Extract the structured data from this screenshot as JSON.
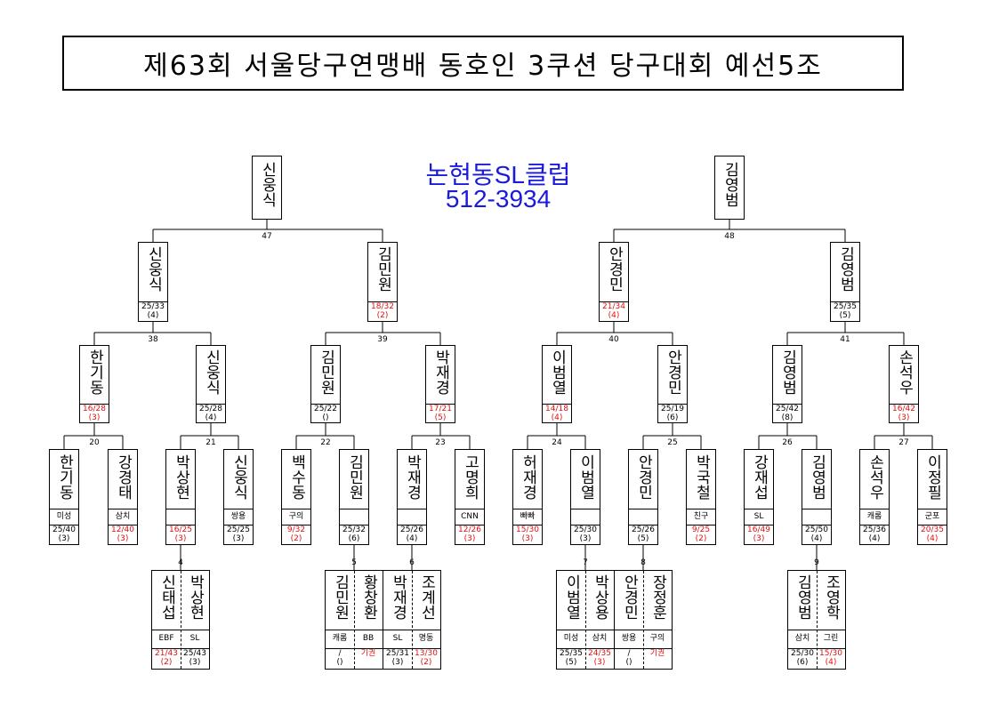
{
  "title": "제63회 서울당구연맹배 동호인 3쿠션 당구대회 예선5조",
  "club": {
    "name": "논현동SL클럽",
    "phone": "512-3934"
  },
  "top_players": [
    {
      "id": "t1",
      "name": "신웅식"
    },
    {
      "id": "t2",
      "name": "김영범"
    }
  ],
  "matches": [
    {
      "no": "47"
    },
    {
      "no": "48"
    },
    {
      "no": "38"
    },
    {
      "no": "39"
    },
    {
      "no": "40"
    },
    {
      "no": "41"
    },
    {
      "no": "20"
    },
    {
      "no": "21"
    },
    {
      "no": "22"
    },
    {
      "no": "23"
    },
    {
      "no": "24"
    },
    {
      "no": "25"
    },
    {
      "no": "26"
    },
    {
      "no": "27"
    },
    {
      "no": "4"
    },
    {
      "no": "5"
    },
    {
      "no": "6"
    },
    {
      "no": "7"
    },
    {
      "no": "8"
    },
    {
      "no": "9"
    }
  ],
  "round2": [
    {
      "name": "신웅식",
      "score": "25/33",
      "inn": "(4)",
      "red": false
    },
    {
      "name": "김민원",
      "score": "18/32",
      "inn": "(2)",
      "red": true
    },
    {
      "name": "안경민",
      "score": "21/34",
      "inn": "(4)",
      "red": true
    },
    {
      "name": "김영범",
      "score": "25/35",
      "inn": "(5)",
      "red": false
    }
  ],
  "round3": [
    {
      "name": "한기동",
      "score": "16/28",
      "inn": "(3)",
      "red": true
    },
    {
      "name": "신웅식",
      "score": "25/28",
      "inn": "(4)",
      "red": false
    },
    {
      "name": "김민원",
      "score": "25/22",
      "inn": "()",
      "red": false
    },
    {
      "name": "박재경",
      "score": "17/21",
      "inn": "(5)",
      "red": true
    },
    {
      "name": "이범열",
      "score": "14/18",
      "inn": "(4)",
      "red": true
    },
    {
      "name": "안경민",
      "score": "25/19",
      "inn": "(6)",
      "red": false
    },
    {
      "name": "김영범",
      "score": "25/42",
      "inn": "(8)",
      "red": false
    },
    {
      "name": "손석우",
      "score": "16/42",
      "inn": "(3)",
      "red": true
    }
  ],
  "round4": [
    {
      "name": "한기동",
      "club": "미성",
      "score": "25/40",
      "inn": "(3)",
      "red": false
    },
    {
      "name": "강경태",
      "club": "삼치",
      "score": "12/40",
      "inn": "(3)",
      "red": true
    },
    {
      "name": "박상현",
      "club": "",
      "score": "16/25",
      "inn": "(3)",
      "red": true
    },
    {
      "name": "신웅식",
      "club": "쌍용",
      "score": "25/25",
      "inn": "(3)",
      "red": false
    },
    {
      "name": "백수동",
      "club": "구의",
      "score": "9/32",
      "inn": "(2)",
      "red": true
    },
    {
      "name": "김민원",
      "club": "",
      "score": "25/32",
      "inn": "(6)",
      "red": false
    },
    {
      "name": "박재경",
      "club": "",
      "score": "25/26",
      "inn": "(4)",
      "red": false
    },
    {
      "name": "고명희",
      "club": "CNN",
      "score": "12/26",
      "inn": "(3)",
      "red": true
    },
    {
      "name": "허재경",
      "club": "빠빠",
      "score": "15/30",
      "inn": "(3)",
      "red": true
    },
    {
      "name": "이범열",
      "club": "",
      "score": "25/30",
      "inn": "(3)",
      "red": false
    },
    {
      "name": "안경민",
      "club": "",
      "score": "25/26",
      "inn": "(5)",
      "red": false
    },
    {
      "name": "박국철",
      "club": "친구",
      "score": "9/25",
      "inn": "(2)",
      "red": true
    },
    {
      "name": "강재섭",
      "club": "SL",
      "score": "16/49",
      "inn": "(3)",
      "red": true
    },
    {
      "name": "김영범",
      "club": "",
      "score": "25/50",
      "inn": "(4)",
      "red": false
    },
    {
      "name": "손석우",
      "club": "캐롬",
      "score": "25/36",
      "inn": "(4)",
      "red": false
    },
    {
      "name": "이정필",
      "club": "군포",
      "score": "20/35",
      "inn": "(4)",
      "red": true
    }
  ],
  "round5": [
    {
      "a": {
        "name": "신태섭",
        "club": "EBF",
        "score": "21/43",
        "inn": "(2)",
        "red": true
      },
      "b": {
        "name": "박상현",
        "club": "SL",
        "score": "25/43",
        "inn": "(3)",
        "red": false
      }
    },
    {
      "a": {
        "name": "김민원",
        "club": "캐롬",
        "score": "/",
        "inn": "()",
        "red": false
      },
      "b": {
        "name": "황창환",
        "club": "BB",
        "score": "기권",
        "inn": "",
        "red": true
      }
    },
    {
      "a": {
        "name": "박재경",
        "club": "SL",
        "score": "25/31",
        "inn": "(3)",
        "red": false
      },
      "b": {
        "name": "조계선",
        "club": "명동",
        "score": "13/30",
        "inn": "(2)",
        "red": true
      }
    },
    {
      "a": {
        "name": "이범열",
        "club": "미성",
        "score": "25/35",
        "inn": "(5)",
        "red": false
      },
      "b": {
        "name": "박상용",
        "club": "삼치",
        "score": "24/35",
        "inn": "(3)",
        "red": true
      }
    },
    {
      "a": {
        "name": "안경민",
        "club": "쌍용",
        "score": "/",
        "inn": "()",
        "red": false
      },
      "b": {
        "name": "장정훈",
        "club": "구의",
        "score": "기권",
        "inn": "",
        "red": true
      }
    },
    {
      "a": {
        "name": "김영범",
        "club": "삼치",
        "score": "25/30",
        "inn": "(6)",
        "red": false
      },
      "b": {
        "name": "조영학",
        "club": "그린",
        "score": "15/30",
        "inn": "(4)",
        "red": true
      }
    }
  ]
}
